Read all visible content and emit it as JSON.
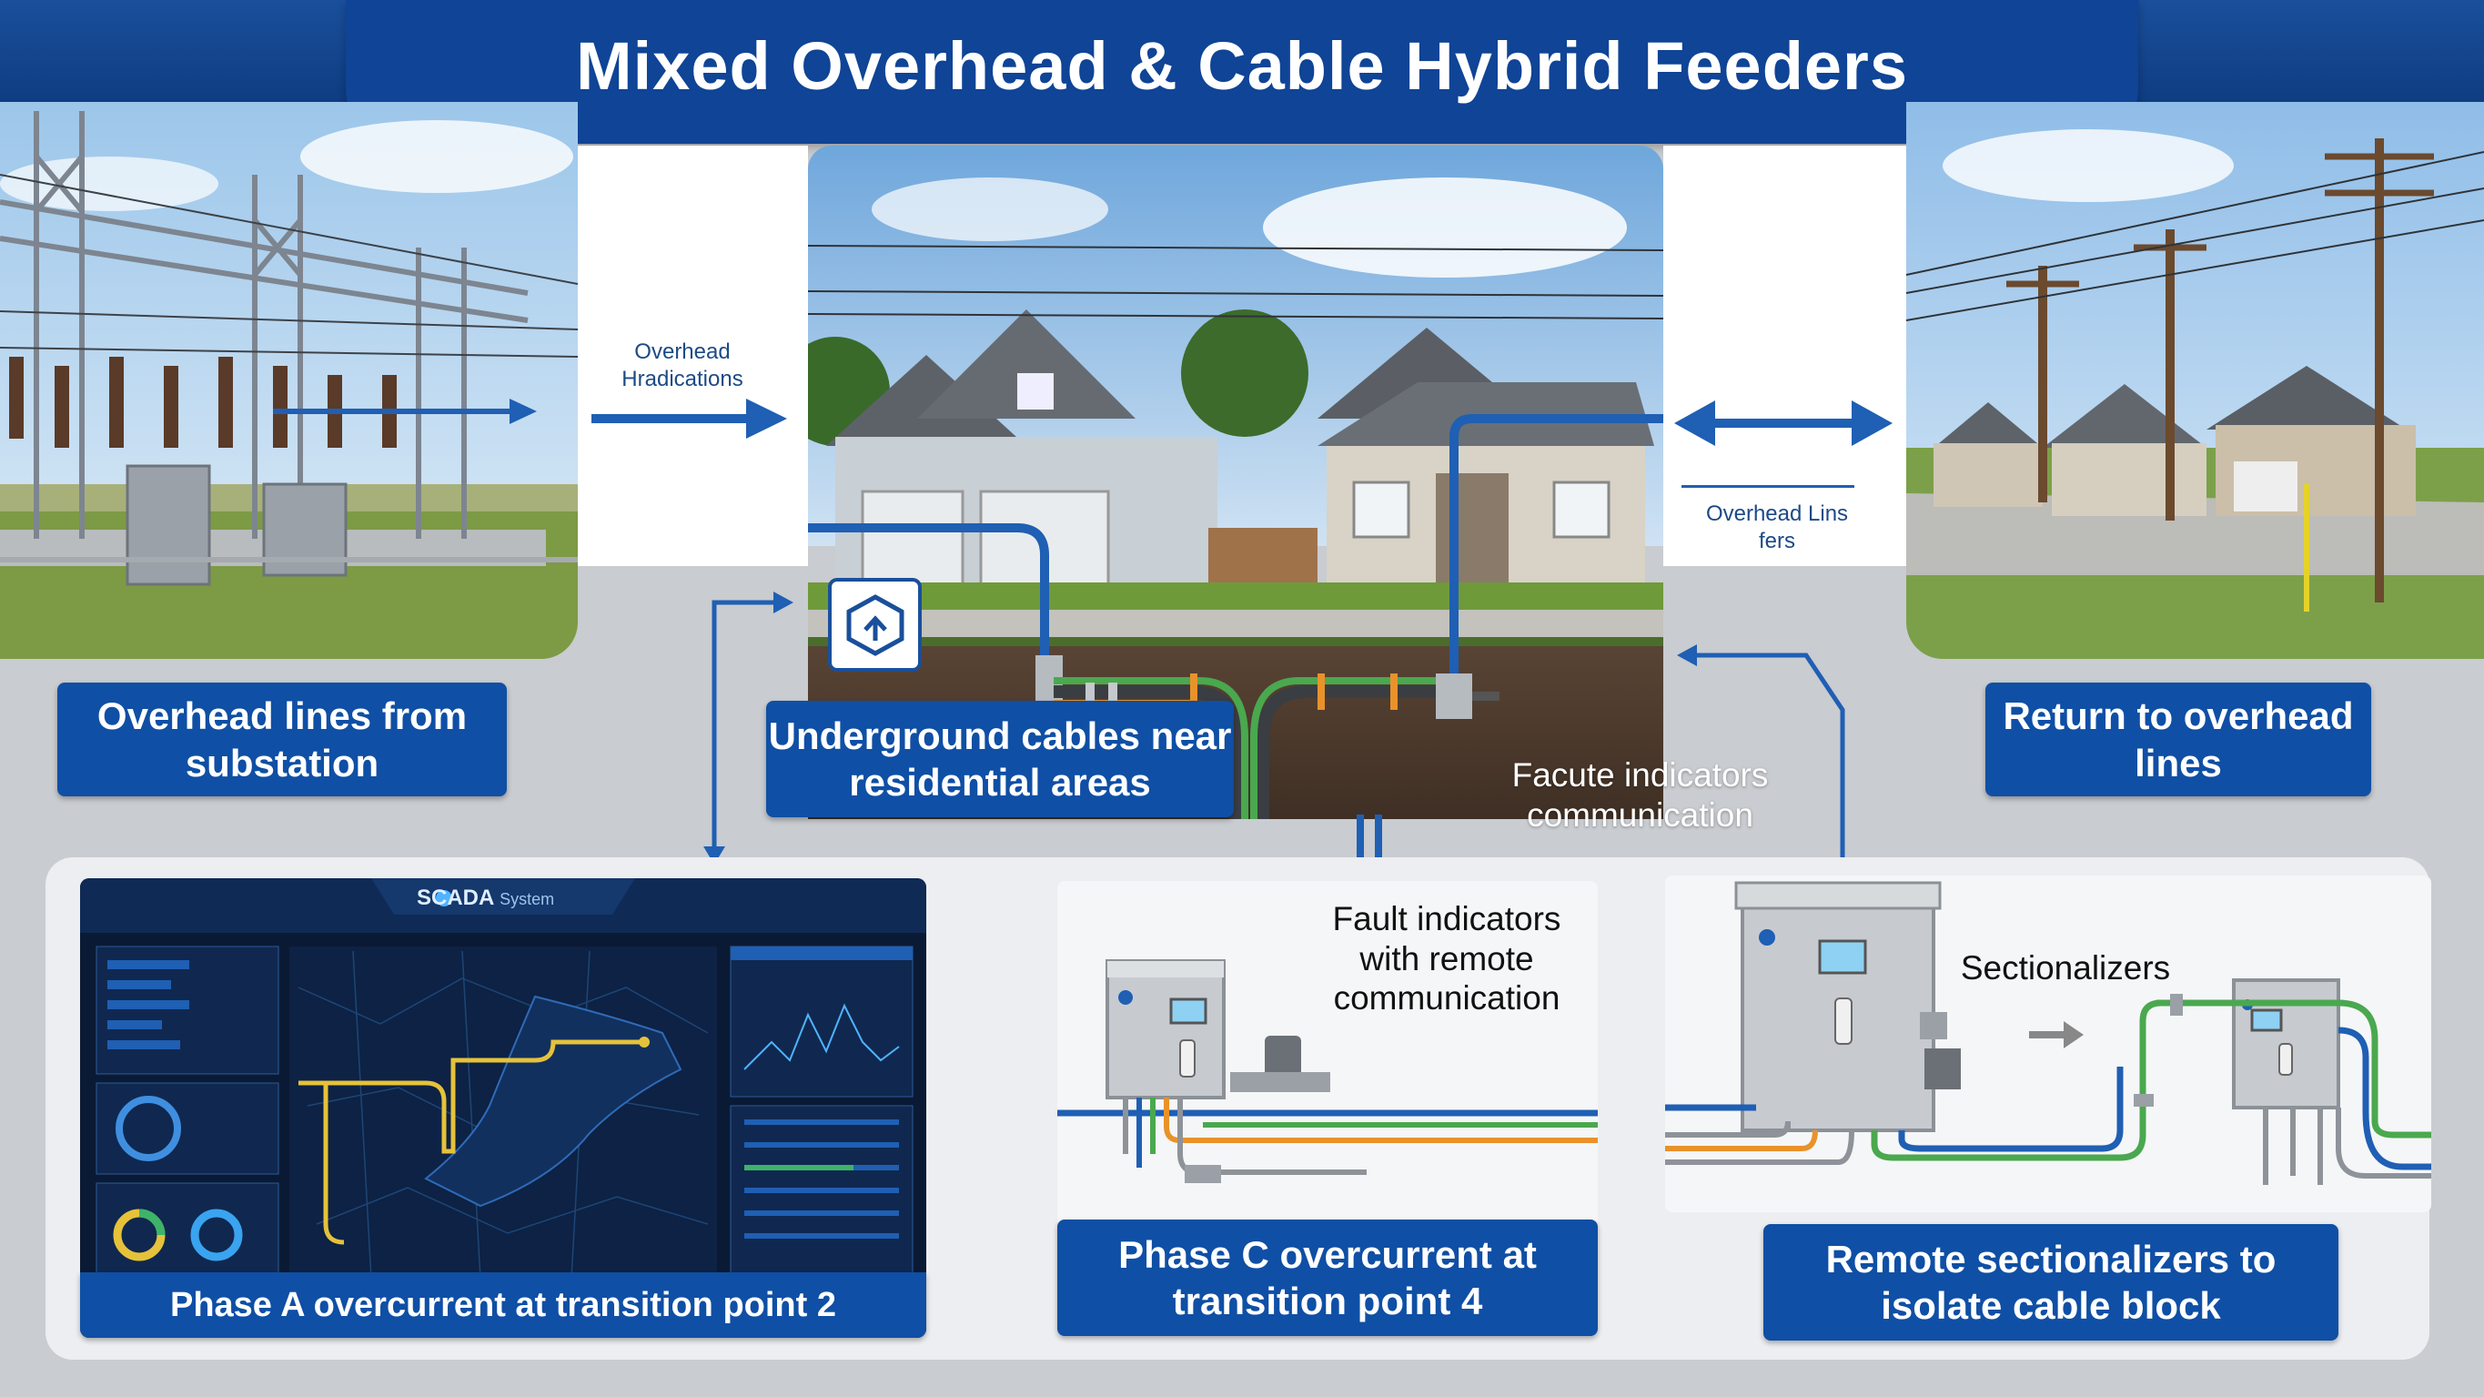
{
  "title": "Mixed Overhead & Cable Hybrid Feeders",
  "labels": {
    "overhead_from_substation": "Overhead lines from substation",
    "underground_cables": "Underground cables near residential areas",
    "return_overhead": "Return to overhead lines",
    "phase_a": "Phase A overcurrent at transition point 2",
    "phase_c": "Phase C overcurrent at transition point 4",
    "remote_sectionalizers": "Remote sectionalizers to isolate cable block"
  },
  "annotations": {
    "overhead_top": "Overhead Hradications",
    "overhead_right": "Overhead Lins fers",
    "facute": "Facute indicators communication",
    "fault_indicators": "Fault indicators with remote communication",
    "sectionalizers": "Sectionalizers"
  },
  "scada": {
    "title": "SCADA",
    "subtitle": "System"
  },
  "colors": {
    "brand_blue": "#0f4fa5",
    "cable_blue": "#1f5fb4",
    "cable_green": "#4aa84f",
    "cable_orange": "#e9922a",
    "cable_gray": "#8e9399"
  }
}
